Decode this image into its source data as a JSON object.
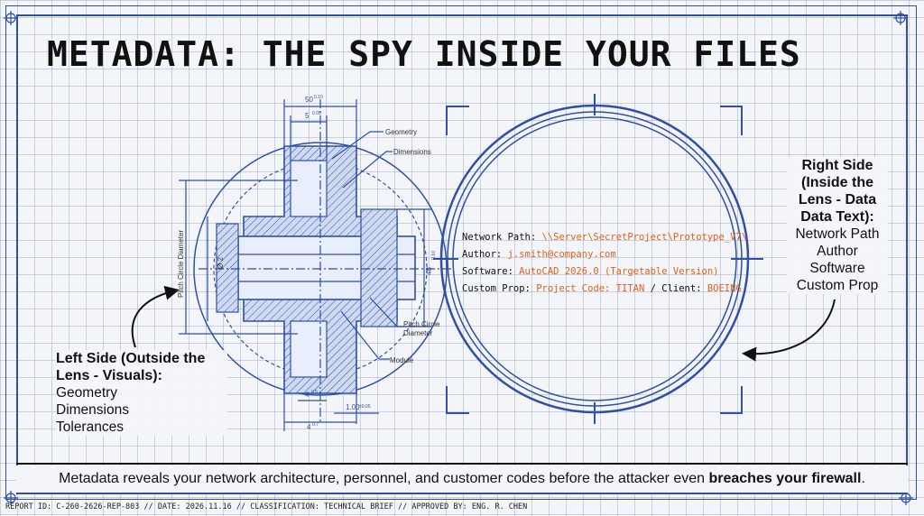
{
  "title": "METADATA: THE SPY INSIDE YOUR FILES",
  "drawing_labels": {
    "dim_top1": "50",
    "dim_top1_tol": "0.10",
    "dim_top2": "5",
    "dim_top2_tol": "0.05",
    "geometry": "Geometry",
    "dimensions": "Dimensions",
    "pitch_vertical": "Pitch Circle Diameter",
    "phi2": "Ø 2",
    "dim_right": "48",
    "dim_right_tol": "0.10",
    "pitch_circle": "Pitch Circle",
    "diameter": "Diameter",
    "module": "Module",
    "dim_bottom1": "4",
    "dim_bottom1_tol": "0.5",
    "dim_bottom2": "1.00",
    "dim_bottom2_tol": "±0.05",
    "dim_bottom3": "4",
    "dim_bottom3_tol": "0.7"
  },
  "lens": {
    "rows": [
      {
        "key": "Network Path: ",
        "value": "\\\\Server\\SecretProject\\Prototype_V7\\",
        "extra_sep": "",
        "extra_key": "",
        "extra_value": ""
      },
      {
        "key": "Author: ",
        "value": "j.smith@company.com",
        "extra_sep": "",
        "extra_key": "",
        "extra_value": ""
      },
      {
        "key": "Software: ",
        "value": "AutoCAD 2026.0 (Targetable Version)",
        "extra_sep": "",
        "extra_key": "",
        "extra_value": ""
      },
      {
        "key": "Custom Prop: ",
        "value": "Project Code: TITAN",
        "extra_sep": " / ",
        "extra_key": "Client: ",
        "extra_value": "BOEING"
      }
    ]
  },
  "left_side": {
    "heading_line1": "Left Side (Outside the",
    "heading_line2": "Lens - Visuals):",
    "items": [
      "Geometry",
      "Dimensions",
      "Tolerances"
    ]
  },
  "right_side": {
    "heading_line1": "Right Side",
    "heading_line2": "(Inside the",
    "heading_line3": "Lens - Data",
    "heading_line4": "Data Text):",
    "items": [
      "Network Path",
      "Author",
      "Software",
      "Custom Prop"
    ]
  },
  "banner": {
    "text": "Metadata reveals your network architecture, personnel, and customer codes before the attacker even ",
    "bold": "breaches your firewall",
    "end": "."
  },
  "footer": "REPORT ID: C-260-2626-REP-803 // DATE: 2026.11.16 // CLASSIFICATION: TECHNICAL BRIEF // APPROVED BY: ENG. R. CHEN",
  "colors": {
    "blueprint": "#2f4fa8",
    "highlight": "#e2621b",
    "text": "#111111"
  }
}
